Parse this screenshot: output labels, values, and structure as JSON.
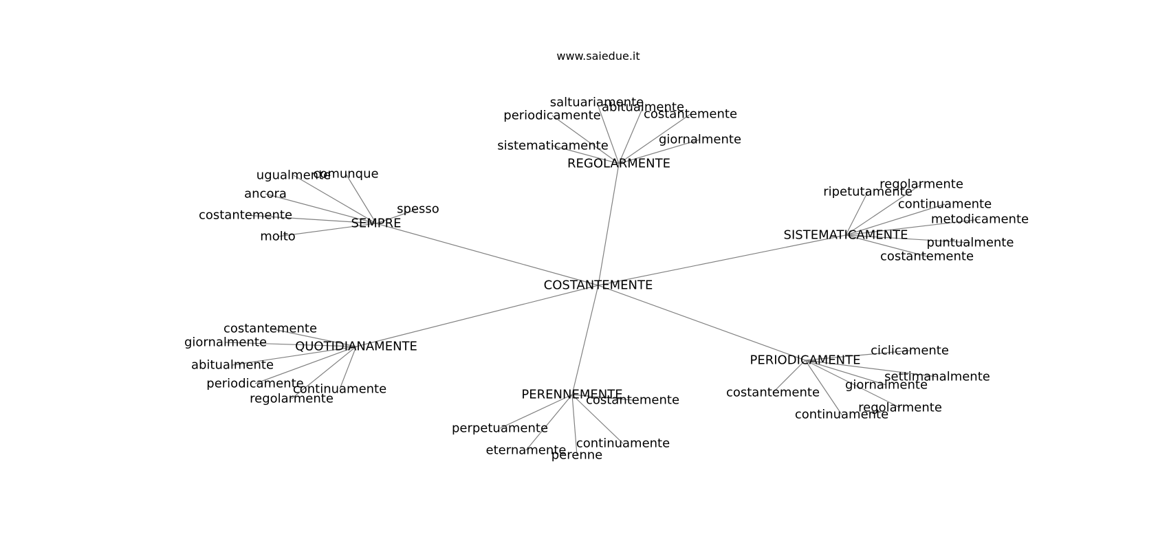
{
  "header": {
    "site": "www.saiedue.it"
  },
  "colors": {
    "edge": "#808080",
    "text": "#000000",
    "background": "#ffffff"
  },
  "graph": {
    "root": "COSTANTEMENTE",
    "groups": [
      {
        "hub": "REGOLARMENTE",
        "leaves": [
          "saltuariamente",
          "abitualmente",
          "periodicamente",
          "costantemente",
          "giornalmente",
          "sistematicamente"
        ]
      },
      {
        "hub": "SEMPRE",
        "leaves": [
          "ugualmente",
          "comunque",
          "ancora",
          "spesso",
          "costantemente",
          "molto"
        ]
      },
      {
        "hub": "SISTEMATICAMENTE",
        "leaves": [
          "regolarmente",
          "ripetutamente",
          "continuamente",
          "metodicamente",
          "puntualmente",
          "costantemente"
        ]
      },
      {
        "hub": "QUOTIDIANAMENTE",
        "leaves": [
          "costantemente",
          "giornalmente",
          "abitualmente",
          "periodicamente",
          "continuamente",
          "regolarmente"
        ]
      },
      {
        "hub": "PERENNEMENTE",
        "leaves": [
          "costantemente",
          "perpetuamente",
          "continuamente",
          "eternamente",
          "perenne"
        ]
      },
      {
        "hub": "PERIODICAMENTE",
        "leaves": [
          "ciclicamente",
          "settimanalmente",
          "giornalmente",
          "costantemente",
          "regolarmente",
          "continuamente"
        ]
      }
    ]
  }
}
